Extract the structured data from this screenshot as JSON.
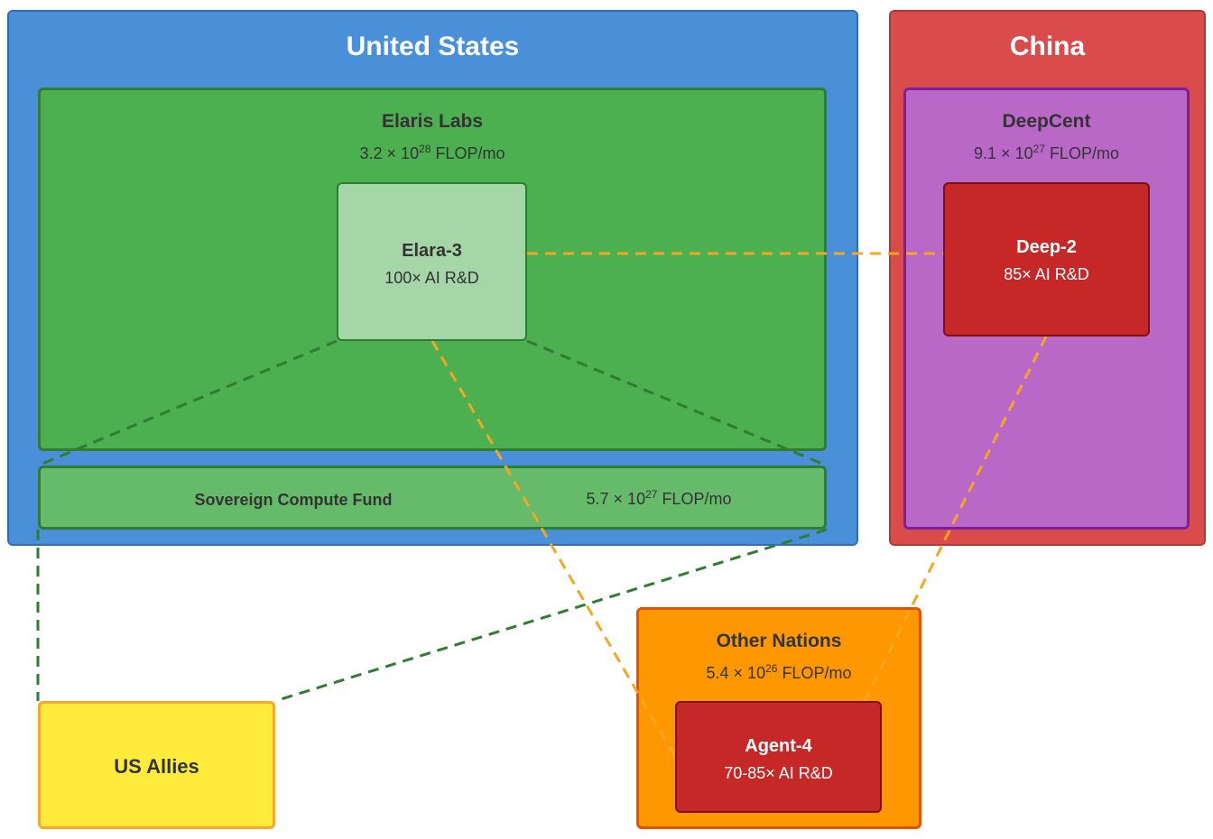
{
  "regions": {
    "us": {
      "title": "United States"
    },
    "china": {
      "title": "China"
    }
  },
  "elaris": {
    "name": "Elaris Labs",
    "compute": {
      "mantissa": "3.2 × 10",
      "exp": "28",
      "unit": " FLOP/mo"
    },
    "model": {
      "name": "Elara-3",
      "multiplier": "100× AI R&D"
    }
  },
  "sovereign_fund": {
    "name": "Sovereign Compute Fund",
    "compute": {
      "mantissa": "5.7 × 10",
      "exp": "27",
      "unit": " FLOP/mo"
    }
  },
  "deepcent": {
    "name": "DeepCent",
    "compute": {
      "mantissa": "9.1 × 10",
      "exp": "27",
      "unit": " FLOP/mo"
    },
    "model": {
      "name": "Deep-2",
      "multiplier": "85× AI R&D"
    }
  },
  "other_nations": {
    "name": "Other Nations",
    "compute": {
      "mantissa": "5.4 × 10",
      "exp": "26",
      "unit": " FLOP/mo"
    },
    "model": {
      "name": "Agent-4",
      "multiplier": "70-85× AI R&D"
    }
  },
  "us_allies": {
    "name": "US Allies"
  },
  "colors": {
    "us_region": "#4a90d9",
    "china_region": "#da4b4b",
    "elaris_lab": "#4caf50",
    "sovereign_fund": "#66bb6a",
    "deepcent_lab": "#ba68c8",
    "model_us": "#a5d6a7",
    "model_china": "#c62828",
    "other_nations": "#ff9800",
    "us_allies": "#ffeb3b",
    "link_green": "#2e7d32",
    "link_orange": "#f5a623"
  }
}
